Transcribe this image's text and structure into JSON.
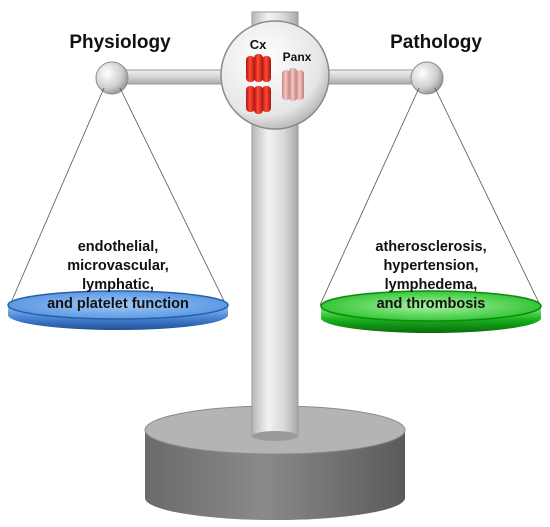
{
  "left": {
    "title": "Physiology",
    "lines": [
      "endothelial,",
      "microvascular,",
      "lymphatic,",
      "and platelet function"
    ],
    "plate_color": "#4a86d8"
  },
  "right": {
    "title": "Pathology",
    "lines": [
      "atherosclerosis,",
      "hypertension,",
      "lymphedema,",
      "and thrombosis"
    ],
    "plate_color": "#19b21c"
  },
  "center": {
    "cx_label": "Cx",
    "panx_label": "Panx",
    "cx_color": "#e8281c",
    "panx_color": "#e6aaa6"
  }
}
